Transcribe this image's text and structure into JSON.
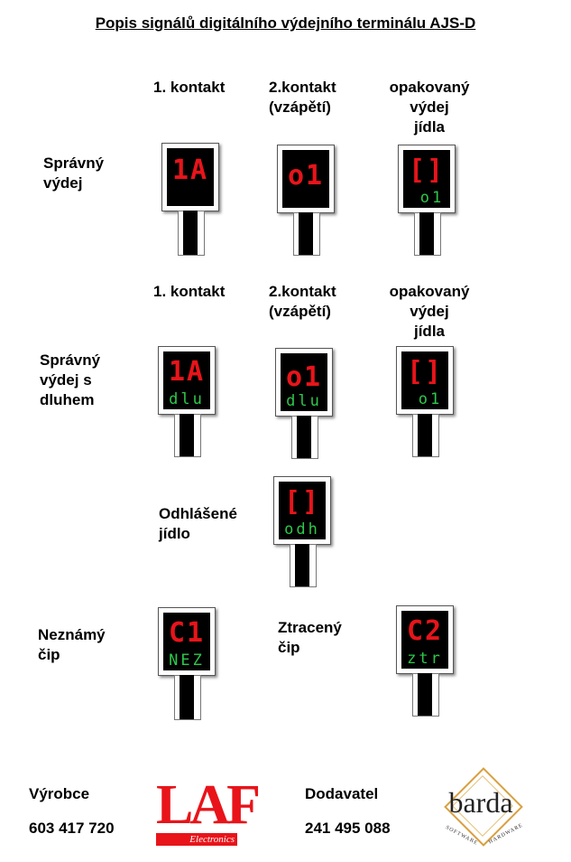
{
  "title": "Popis signálů digitálního výdejního terminálu AJS-D",
  "columns": {
    "c1": "1. kontakt",
    "c2": "2.kontakt\n(vzápětí)",
    "c3": "opakovaný\nvýdej\njídla"
  },
  "rows": {
    "r1_label": "Správný\nvýdej",
    "r2_label": "Správný\nvýdej  s\ndluhem",
    "r3_label": "Odhlášené\njídlo",
    "r4_label": "Neznámý\nčip",
    "r4b_label": "Ztracený\nčip"
  },
  "displays": {
    "d1": {
      "top": "1A",
      "bottom": ""
    },
    "d2": {
      "top": "o1",
      "bottom": ""
    },
    "d3": {
      "top": "[]",
      "bottom": "o1"
    },
    "d4": {
      "top": "1A",
      "bottom": "dlu"
    },
    "d5": {
      "top": "o1",
      "bottom": "dlu"
    },
    "d6": {
      "top": "[]",
      "bottom": "o1"
    },
    "d7": {
      "top": "[]",
      "bottom": "odh"
    },
    "d8": {
      "top": "C1",
      "bottom": "NEZ"
    },
    "d9": {
      "top": "C2",
      "bottom": "ztr"
    }
  },
  "footer": {
    "vyrobce_label": "Výrobce",
    "vyrobce_phone": "603 417 720",
    "dodavatel_label": "Dodavatel",
    "dodavatel_phone": "241 495 088"
  },
  "logos": {
    "laf": {
      "mark": "LAF",
      "sub": "Electronics"
    },
    "barda": {
      "mark": "barda",
      "sub_left": "SOFTWARE",
      "sub_right": "HARDWARE"
    }
  },
  "colors": {
    "display_red": "#e8141a",
    "display_green": "#2cc84a",
    "logo_red": "#e8141a"
  }
}
